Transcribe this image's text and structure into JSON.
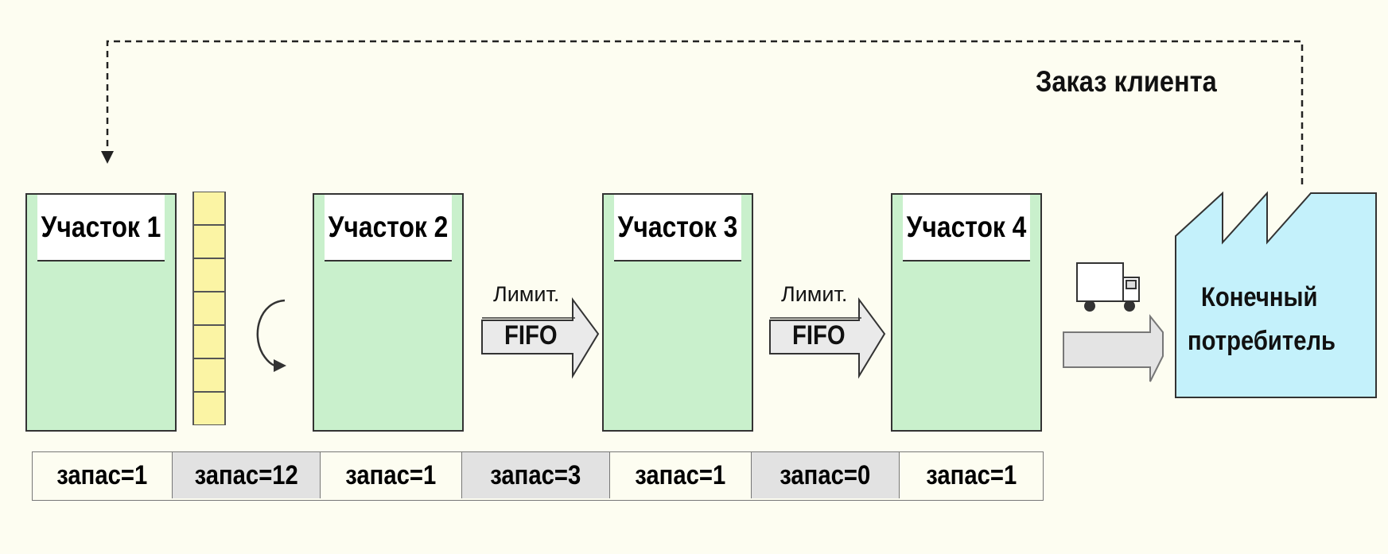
{
  "feedback": {
    "label": "Заказ клиента"
  },
  "stations": [
    {
      "label": "Участок 1"
    },
    {
      "label": "Участок 2"
    },
    {
      "label": "Участок 3"
    },
    {
      "label": "Участок 4"
    }
  ],
  "links": [
    {
      "limit": "Лимит.",
      "rule": "FIFO"
    },
    {
      "limit": "Лимит.",
      "rule": "FIFO"
    }
  ],
  "customer": {
    "line1": "Конечный",
    "line2": "потребитель"
  },
  "stock": [
    {
      "label": "запас=1"
    },
    {
      "label": "запас=12"
    },
    {
      "label": "запас=1"
    },
    {
      "label": "запас=3"
    },
    {
      "label": "запас=1"
    },
    {
      "label": "запас=0"
    },
    {
      "label": "запас=1"
    }
  ],
  "colors": {
    "background": "#fdfdf1",
    "station_body": "#c9f0cc",
    "buffer": "#fbf4a4",
    "customer": "#c4f1fb",
    "arrow_fill": "#e8e8e8"
  },
  "icons": [
    "computer-icon",
    "truck-icon",
    "rotation-icon",
    "factory-icon"
  ]
}
